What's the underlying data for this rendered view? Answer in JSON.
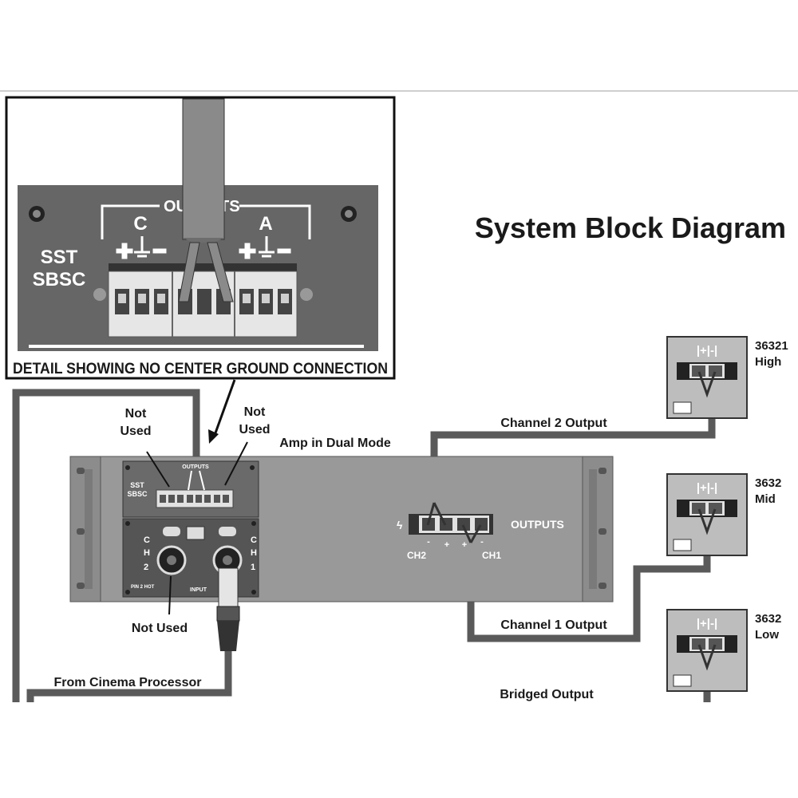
{
  "title": "System Block Diagram",
  "detail": {
    "caption": "DETAIL SHOWING NO CENTER GROUND CONNECTION",
    "panel_brand_line1": "SST",
    "panel_brand_line2": "SBSC",
    "outputs_label_left": "OU",
    "outputs_label_right": "TS",
    "channel_c": "C",
    "channel_a": "A"
  },
  "amp": {
    "label": "Amp in Dual Mode",
    "outputs_label": "OUTPUTS",
    "ch2_label": "CH2",
    "ch1_label": "CH1",
    "ch2_vertical": "CH2",
    "ch1_vertical": "CH1",
    "terminal_signs": [
      "-",
      "+",
      "+",
      "-"
    ],
    "small_panel_brand_line1": "SST",
    "small_panel_brand_line2": "SBSC",
    "small_outputs": "OUTPUTS",
    "input_label": "INPUT",
    "pin_label": "PIN 2 HOT"
  },
  "notes": {
    "not_used_left_1": "Not",
    "not_used_left_2": "Used",
    "not_used_right_1": "Not",
    "not_used_right_2": "Used",
    "not_used_bottom": "Not Used",
    "from_processor": "From Cinema Processor",
    "channel2_output": "Channel 2 Output",
    "channel1_output": "Channel 1 Output",
    "bridged_output": "Bridged Output"
  },
  "speakers": [
    {
      "model": "36321",
      "band": "High"
    },
    {
      "model": "3632",
      "band": "Mid"
    },
    {
      "model": "3632",
      "band": "Low"
    }
  ],
  "speaker_terminal_label": "|+|-|",
  "colors": {
    "panel_dark": "#666666",
    "rack_gray": "#8c8c8c",
    "cable_gray": "#5a5a5a",
    "speaker_box": "#bdbdbd"
  }
}
